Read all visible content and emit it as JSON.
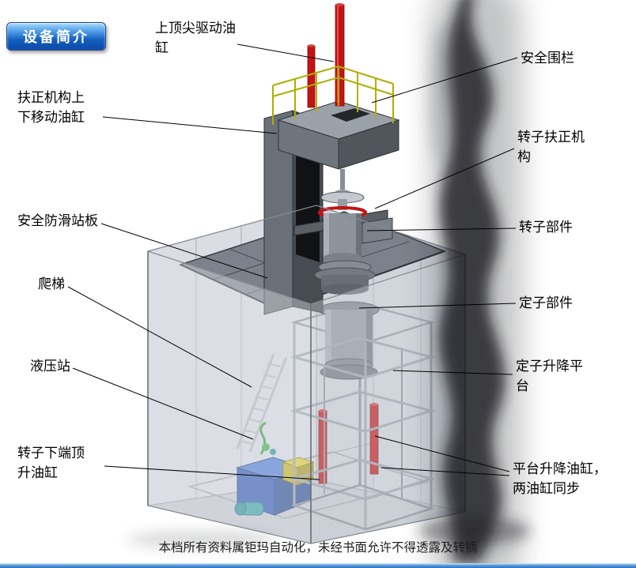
{
  "badge": {
    "label": "设备简介"
  },
  "callouts": {
    "tip_cylinder": "上顶尖驱动油\n缸",
    "safety_fence": "安全围栏",
    "centering_cylinder": "扶正机构上\n下移动油缸",
    "rotor_centering": "转子扶正机\n构",
    "antislip_plate": "安全防滑站板",
    "rotor_part": "转子部件",
    "ladder": "爬梯",
    "stator_part": "定子部件",
    "hydraulic_station": "液压站",
    "stator_platform": "定子升降平\n台",
    "rotor_jack_cylinder": "转子下端顶\n升油缸",
    "platform_cylinders": "平台升降油缸，\n两油缸同步"
  },
  "footer": {
    "text": "本档所有资料属钜玛自动化，未经书面允许不得透露及转摘"
  },
  "colors": {
    "accent_blue": "#1660c0",
    "cylinder_red": "#c41313",
    "railing_yellow": "#b0ae00",
    "hydraulic_blue": "#2f55b4",
    "structure_gray": "#6a7078"
  }
}
